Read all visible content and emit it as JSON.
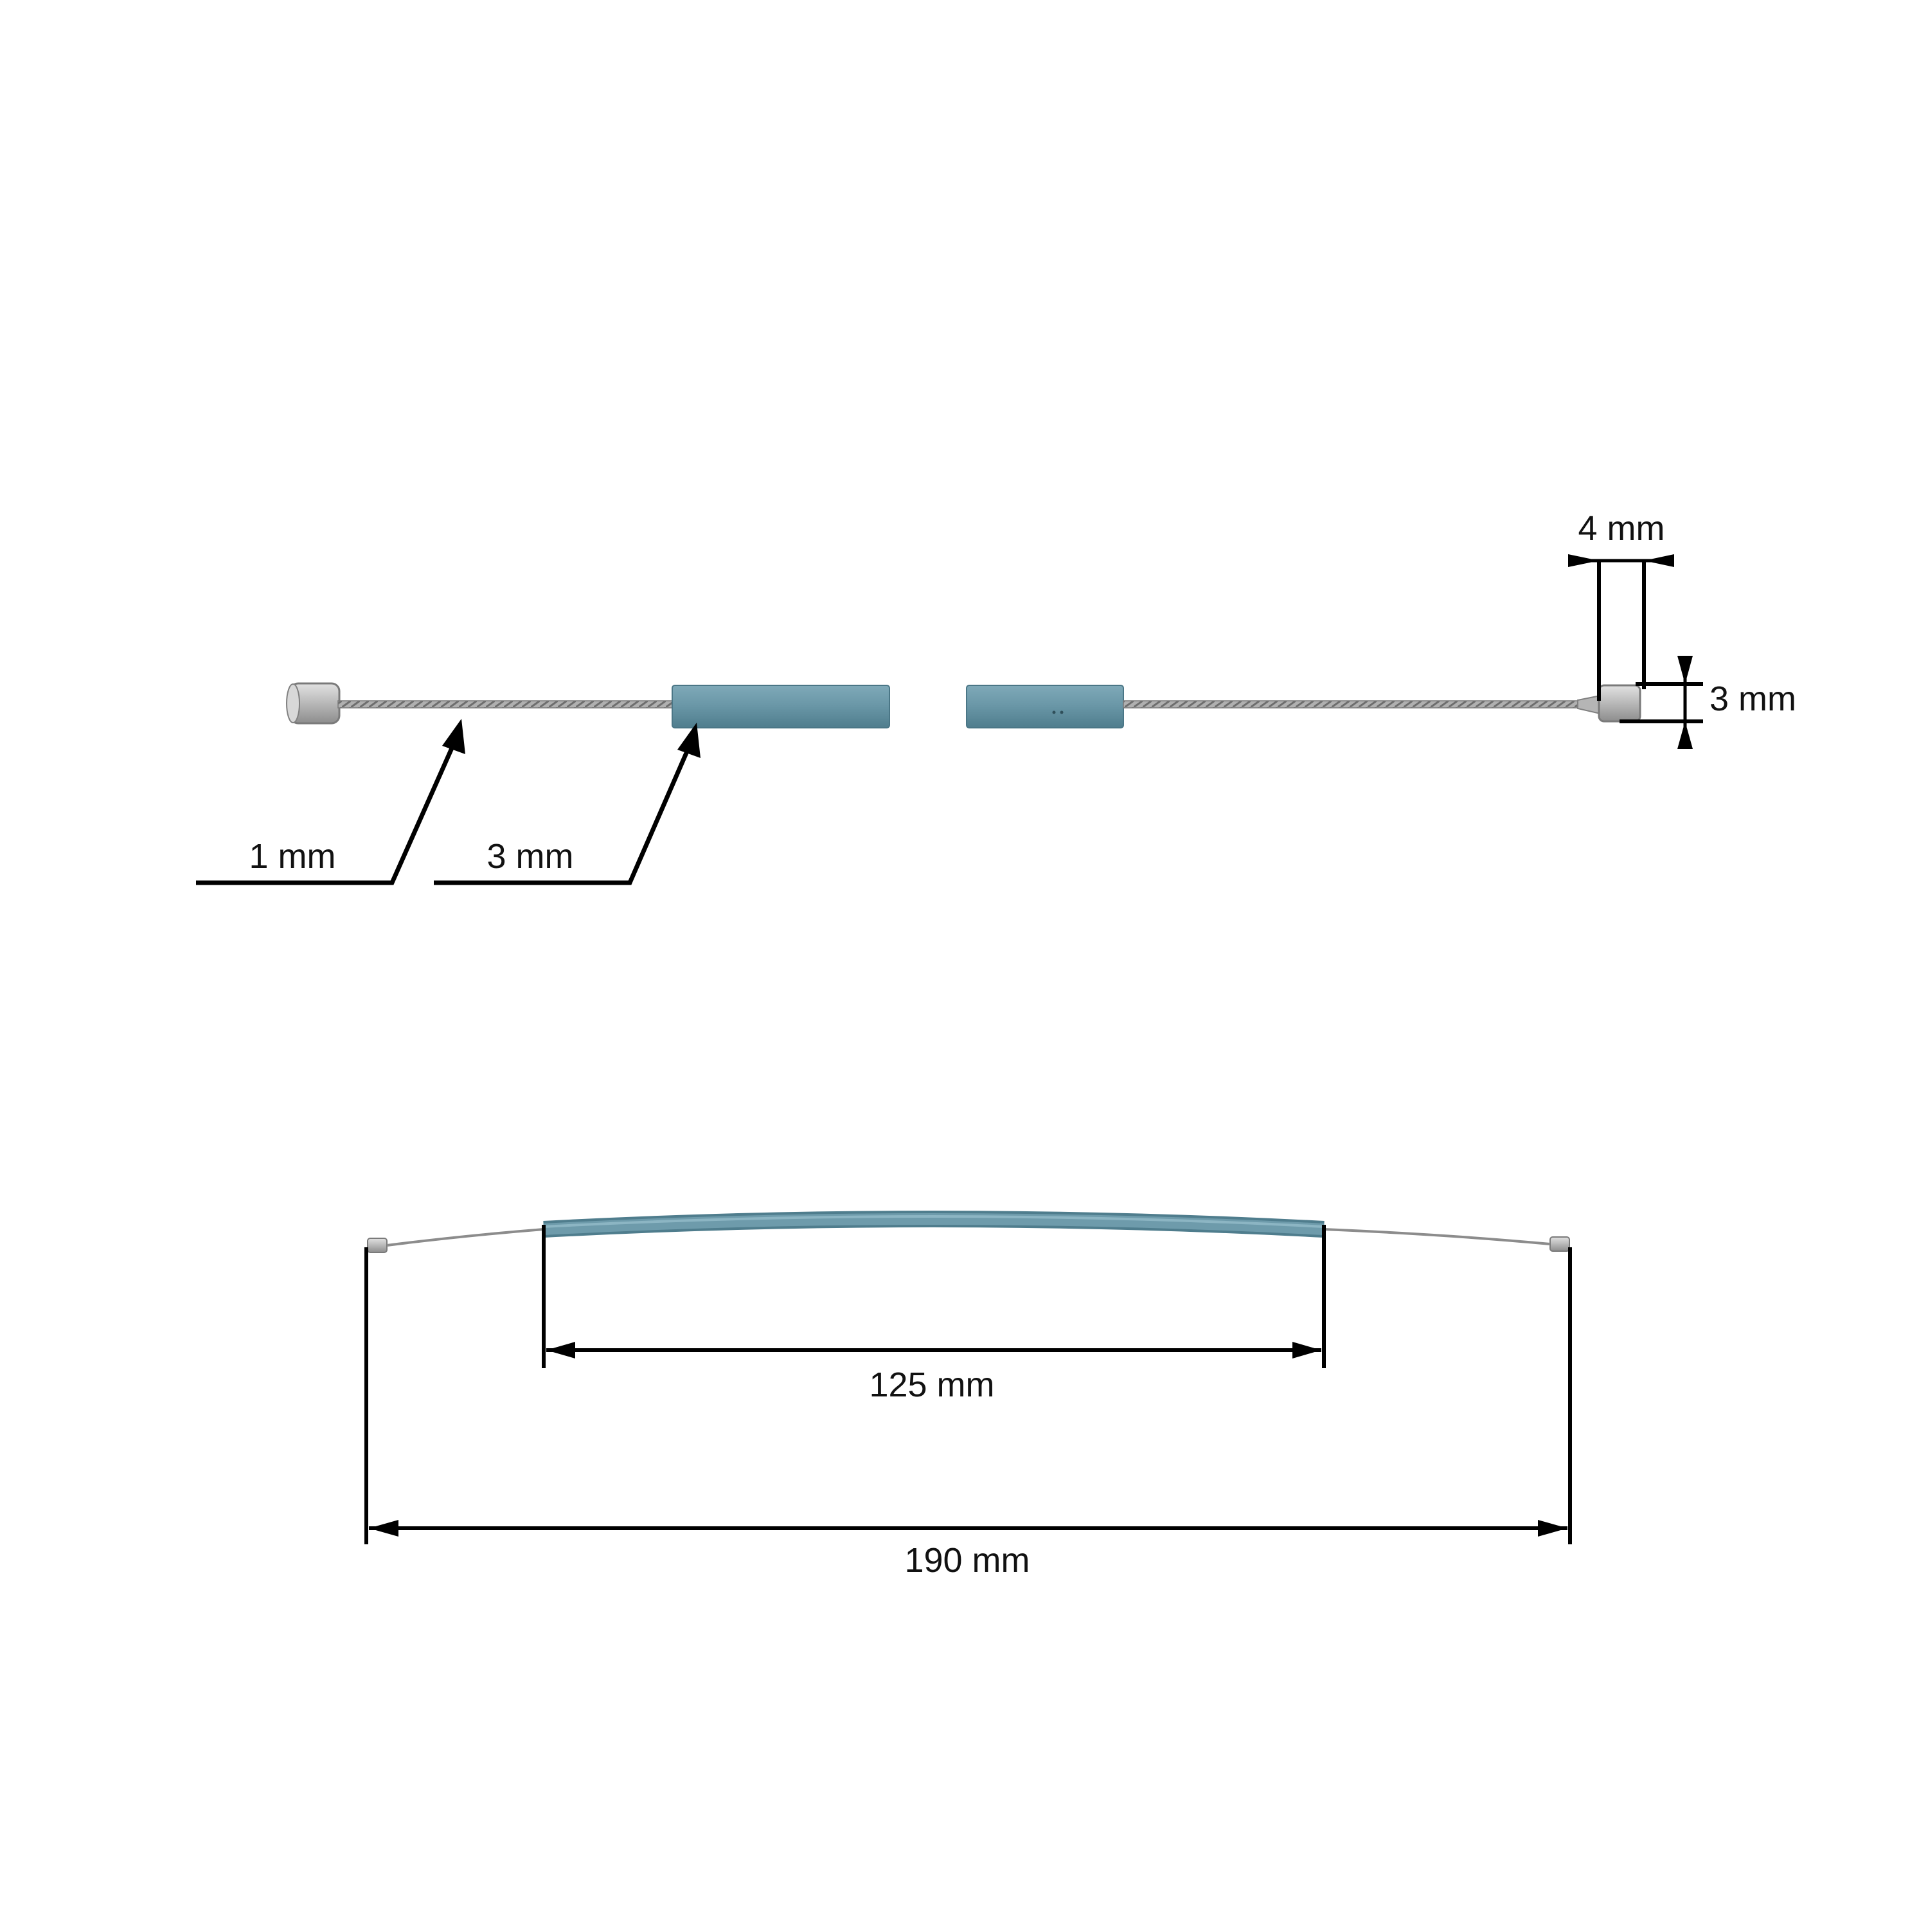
{
  "labels": {
    "wire_diameter": "1 mm",
    "sleeve_diameter": "3 mm",
    "nipple_length": "4 mm",
    "nipple_diameter": "3 mm",
    "sleeve_length": "125 mm",
    "total_length": "190 mm"
  },
  "colors": {
    "background": "#ffffff",
    "sleeve": "#6a98a8",
    "sleeve_highlight": "#86b2c1",
    "wire": "#9a9a9a",
    "nipple": "#c4c4c4",
    "dimension_line": "#000000"
  }
}
